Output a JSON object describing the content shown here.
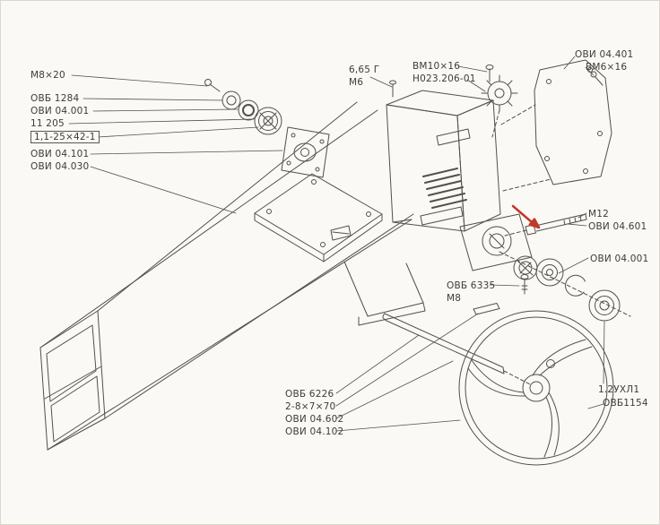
{
  "figure": {
    "type": "exploded-parts-drawing",
    "background": "#faf9f5",
    "line_color": "#53504a",
    "accent_red": "#c0392b"
  },
  "labels": {
    "left": [
      {
        "text": "М8×20"
      },
      {
        "text": "ОВБ 1284"
      },
      {
        "text": "ОВИ 04.001"
      },
      {
        "text": "11 205"
      },
      {
        "text": "1,1-25×42-1"
      },
      {
        "text": "ОВИ 04.101"
      },
      {
        "text": "ОВИ 04.030"
      }
    ],
    "top_center": [
      {
        "text": "6,65 Г"
      },
      {
        "text": "М6"
      },
      {
        "text": "ВМ10×16"
      },
      {
        "text": "Н023.206-01"
      }
    ],
    "top_right": [
      {
        "text": "ОВИ 04.401"
      },
      {
        "text": "ВМ6×16"
      }
    ],
    "right": [
      {
        "text": "М12"
      },
      {
        "text": "ОВИ 04.601"
      },
      {
        "text": "ОВИ 04.001"
      }
    ],
    "middle": [
      {
        "text": "ОВБ 6335"
      },
      {
        "text": "М8"
      }
    ],
    "bottom_center": [
      {
        "text": "ОВБ 6226"
      },
      {
        "text": "2-8×7×70"
      },
      {
        "text": "ОВИ 04.602"
      },
      {
        "text": "ОВИ 04.102"
      }
    ],
    "bottom_right": [
      {
        "text": "1.2УХЛ1"
      },
      {
        "text": "ОВБ1154"
      }
    ]
  }
}
